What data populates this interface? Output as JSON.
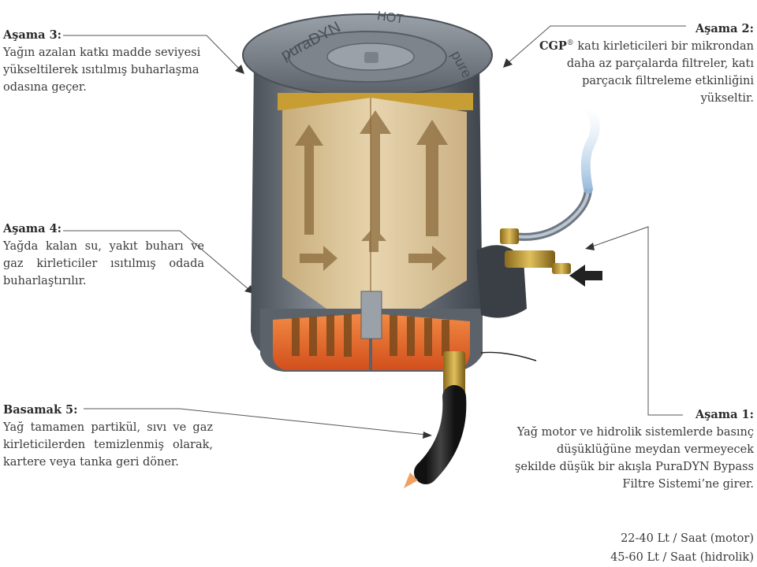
{
  "callouts": {
    "stage3": {
      "title": "Aşama 3:",
      "text": "Yağın azalan katkı madde seviyesi yükseltilerek ısıtılmış buharlaşma odasına geçer."
    },
    "stage4": {
      "title": "Aşama 4:",
      "text": "Yağda kalan su, yakıt buharı ve gaz kirleticiler ısıtılmış odada buharlaştırılır."
    },
    "stage5": {
      "title": "Basamak 5:",
      "text": "Yağ tamamen partikül, sıvı ve gaz kirleticilerden temizlenmiş olarak, kartere veya tanka geri döner."
    },
    "stage2": {
      "title": "Aşama 2:",
      "brand": "CGP",
      "brand_mark": "®",
      "text": " katı kirleticileri bir mikrondan daha az parçalarda filtreler, katı parçacık filtreleme etkinliğini yükseltir."
    },
    "stage1": {
      "title": "Aşama 1:",
      "text": "Yağ motor ve hidrolik sistemlerde basınç düşüklüğüne meydan vermeyecek şekilde düşük bir akışla PuraDYN Bypass Filtre Sistemi’ne girer."
    }
  },
  "flow_rates": [
    "22-40 Lt / Saat (motor)",
    "45-60 Lt / Saat (hidrolik)"
  ],
  "lid_text": {
    "brand": "puraDYN",
    "hot": "HOT",
    "pure": "pure"
  },
  "colors": {
    "housing": "#6f7780",
    "filter": "#d9c39a",
    "heater": "#e8672a",
    "brass": "#b8902c",
    "arrow": "#8a6a3c",
    "leader": "#555555"
  }
}
